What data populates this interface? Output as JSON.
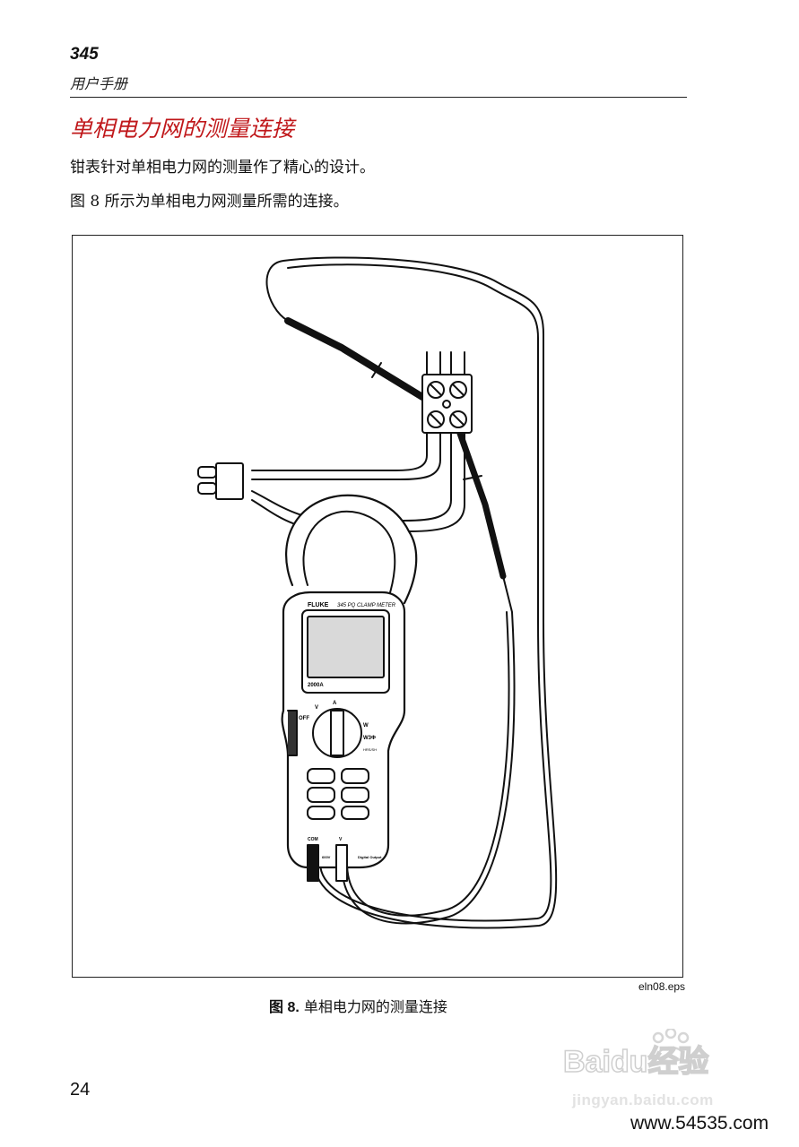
{
  "header": {
    "model": "345",
    "subtitle": "用户手册"
  },
  "section": {
    "title": "单相电力网的测量连接",
    "paragraph_1": "钳表针对单相电力网的测量作了精心的设计。",
    "paragraph_2": "图 8 所示为单相电力网测量所需的连接。"
  },
  "figure": {
    "file_name": "eln08.eps",
    "caption_number": "图 8.",
    "caption_text": " 单相电力网的测量连接",
    "meter": {
      "brand": "FLUKE",
      "model_label": "345 PQ CLAMP METER",
      "range_label": "2000A",
      "dial_off": "OFF",
      "dial_v": "V",
      "dial_a": "A",
      "dial_w": "W",
      "dial_w3": "W3Φ",
      "dial_hrs": "HRS/SH",
      "jack_com": "COM",
      "jack_v": "V",
      "jack_rating": "600V",
      "digital_output": "Digital Output"
    }
  },
  "footer": {
    "page_number": "24"
  },
  "watermark": {
    "logo_text": "Baidu经验",
    "url_small": "jingyan.baidu.com",
    "url_site": "www.54535.com"
  }
}
